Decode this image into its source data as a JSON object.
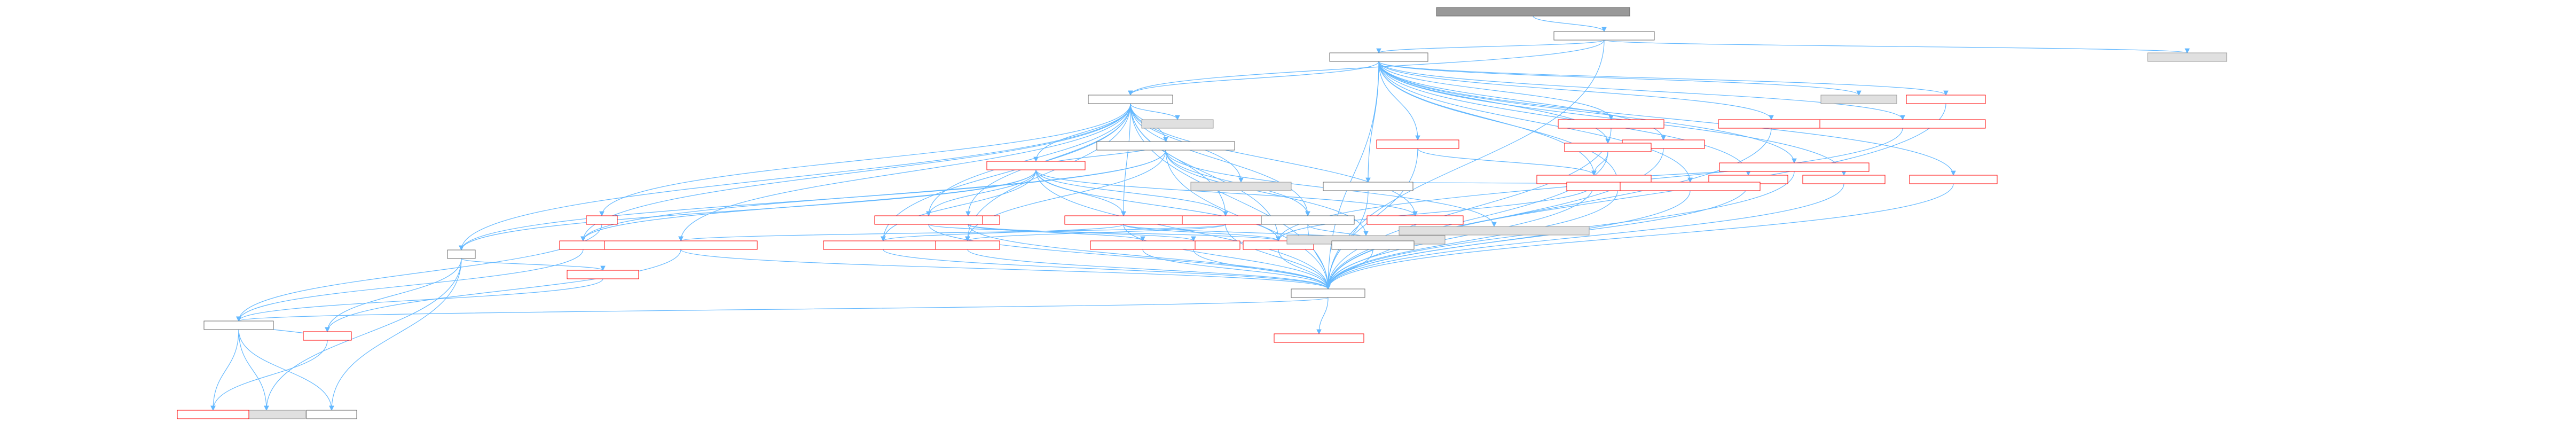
{
  "nodes": [
    {
      "id": "n0",
      "label": "",
      "style": "root"
    },
    {
      "id": "n1",
      "label": "",
      "style": "plain"
    },
    {
      "id": "n2",
      "label": "",
      "style": "gray"
    },
    {
      "id": "n3",
      "label": "",
      "style": "plain"
    },
    {
      "id": "n4",
      "label": "",
      "style": "plain"
    },
    {
      "id": "n5",
      "label": "",
      "style": "gray"
    },
    {
      "id": "n6",
      "label": "",
      "style": "red"
    },
    {
      "id": "n7",
      "label": "",
      "style": "red"
    },
    {
      "id": "n8",
      "label": "",
      "style": "gray"
    },
    {
      "id": "n9",
      "label": "",
      "style": "red"
    },
    {
      "id": "n10",
      "label": "",
      "style": "red"
    },
    {
      "id": "n11",
      "label": "",
      "style": "plain"
    },
    {
      "id": "n12",
      "label": "",
      "style": "red"
    },
    {
      "id": "n13",
      "label": "",
      "style": "red"
    },
    {
      "id": "n14",
      "label": "",
      "style": "red"
    },
    {
      "id": "n15",
      "label": "",
      "style": "red"
    },
    {
      "id": "n16",
      "label": "",
      "style": "gray"
    },
    {
      "id": "n17",
      "label": "",
      "style": "red"
    },
    {
      "id": "n18",
      "label": "",
      "style": "red"
    },
    {
      "id": "n19",
      "label": "",
      "style": "red"
    },
    {
      "id": "n20",
      "label": "",
      "style": "plain"
    },
    {
      "id": "n21",
      "label": "",
      "style": "red"
    },
    {
      "id": "n22",
      "label": "",
      "style": "red"
    },
    {
      "id": "n23",
      "label": "",
      "style": "red"
    },
    {
      "id": "n24",
      "label": "",
      "style": "red"
    },
    {
      "id": "n25",
      "label": "",
      "style": "red"
    },
    {
      "id": "n26",
      "label": "",
      "style": "red"
    },
    {
      "id": "n27",
      "label": "",
      "style": "red"
    },
    {
      "id": "n28",
      "label": "",
      "style": "red"
    },
    {
      "id": "n29",
      "label": "",
      "style": "red"
    },
    {
      "id": "n30",
      "label": "",
      "style": "red"
    },
    {
      "id": "n31",
      "label": "",
      "style": "plain"
    },
    {
      "id": "n32",
      "label": "",
      "style": "gray"
    },
    {
      "id": "n33",
      "label": "",
      "style": "red"
    },
    {
      "id": "n34",
      "label": "",
      "style": "red"
    },
    {
      "id": "n35",
      "label": "",
      "style": "red"
    },
    {
      "id": "n36",
      "label": "",
      "style": "red"
    },
    {
      "id": "n37",
      "label": "",
      "style": "red"
    },
    {
      "id": "n38",
      "label": "",
      "style": "plain"
    },
    {
      "id": "n39",
      "label": "",
      "style": "gray"
    },
    {
      "id": "n40",
      "label": "",
      "style": "red"
    },
    {
      "id": "n41",
      "label": "",
      "style": "red"
    },
    {
      "id": "n42",
      "label": "",
      "style": "plain"
    },
    {
      "id": "n43",
      "label": "",
      "style": "plain"
    },
    {
      "id": "n44",
      "label": "",
      "style": "gray"
    },
    {
      "id": "n45",
      "label": "",
      "style": "plain"
    },
    {
      "id": "n46",
      "label": "",
      "style": "plain"
    },
    {
      "id": "n47",
      "label": "",
      "style": "red"
    },
    {
      "id": "n48",
      "label": "",
      "style": "red"
    },
    {
      "id": "n49",
      "label": "",
      "style": "red"
    },
    {
      "id": "n50",
      "label": "",
      "style": "red"
    }
  ],
  "edges": [
    [
      "n0",
      "n1"
    ],
    [
      "n1",
      "n3"
    ],
    [
      "n1",
      "n2"
    ],
    [
      "n1",
      "n4"
    ],
    [
      "n1",
      "n45"
    ],
    [
      "n3",
      "n4"
    ],
    [
      "n3",
      "n5"
    ],
    [
      "n3",
      "n6"
    ],
    [
      "n3",
      "n7"
    ],
    [
      "n3",
      "n9"
    ],
    [
      "n3",
      "n10"
    ],
    [
      "n3",
      "n12"
    ],
    [
      "n3",
      "n13"
    ],
    [
      "n3",
      "n14"
    ],
    [
      "n3",
      "n17"
    ],
    [
      "n3",
      "n18"
    ],
    [
      "n3",
      "n19"
    ],
    [
      "n3",
      "n20"
    ],
    [
      "n3",
      "n21"
    ],
    [
      "n3",
      "n22"
    ],
    [
      "n3",
      "n23"
    ],
    [
      "n3",
      "n24"
    ],
    [
      "n3",
      "n45"
    ],
    [
      "n4",
      "n8"
    ],
    [
      "n4",
      "n11"
    ],
    [
      "n4",
      "n15"
    ],
    [
      "n4",
      "n16"
    ],
    [
      "n4",
      "n25"
    ],
    [
      "n4",
      "n26"
    ],
    [
      "n4",
      "n27"
    ],
    [
      "n4",
      "n28"
    ],
    [
      "n4",
      "n29"
    ],
    [
      "n4",
      "n30"
    ],
    [
      "n4",
      "n31"
    ],
    [
      "n4",
      "n33"
    ],
    [
      "n4",
      "n34"
    ],
    [
      "n4",
      "n35"
    ],
    [
      "n4",
      "n36"
    ],
    [
      "n4",
      "n37"
    ],
    [
      "n4",
      "n38"
    ],
    [
      "n4",
      "n45"
    ],
    [
      "n15",
      "n11"
    ],
    [
      "n15",
      "n25"
    ],
    [
      "n15",
      "n26"
    ],
    [
      "n15",
      "n27"
    ],
    [
      "n15",
      "n29"
    ],
    [
      "n15",
      "n33"
    ],
    [
      "n15",
      "n34"
    ],
    [
      "n15",
      "n36"
    ],
    [
      "n15",
      "n38"
    ],
    [
      "n15",
      "n45"
    ],
    [
      "n11",
      "n31"
    ],
    [
      "n11",
      "n32"
    ],
    [
      "n11",
      "n33"
    ],
    [
      "n11",
      "n37"
    ],
    [
      "n11",
      "n38"
    ],
    [
      "n11",
      "n39"
    ],
    [
      "n11",
      "n45"
    ],
    [
      "n17",
      "n45"
    ],
    [
      "n17",
      "n20"
    ],
    [
      "n17",
      "n21"
    ],
    [
      "n17",
      "n22"
    ],
    [
      "n17",
      "n24"
    ],
    [
      "n17",
      "n36"
    ],
    [
      "n13",
      "n45"
    ],
    [
      "n13",
      "n17"
    ],
    [
      "n14",
      "n45"
    ],
    [
      "n14",
      "n17"
    ],
    [
      "n25",
      "n45"
    ],
    [
      "n26",
      "n45"
    ],
    [
      "n26",
      "n35"
    ],
    [
      "n26",
      "n37"
    ],
    [
      "n27",
      "n45"
    ],
    [
      "n27",
      "n34"
    ],
    [
      "n27",
      "n36"
    ],
    [
      "n27",
      "n42"
    ],
    [
      "n28",
      "n45"
    ],
    [
      "n28",
      "n40"
    ],
    [
      "n28",
      "n41"
    ],
    [
      "n29",
      "n45"
    ],
    [
      "n29",
      "n36"
    ],
    [
      "n30",
      "n46"
    ],
    [
      "n31",
      "n45"
    ],
    [
      "n31",
      "n42"
    ],
    [
      "n33",
      "n46"
    ],
    [
      "n34",
      "n45"
    ],
    [
      "n35",
      "n45"
    ],
    [
      "n35",
      "n47"
    ],
    [
      "n36",
      "n45"
    ],
    [
      "n37",
      "n45"
    ],
    [
      "n38",
      "n43"
    ],
    [
      "n38",
      "n44"
    ],
    [
      "n38",
      "n47"
    ],
    [
      "n38",
      "n48"
    ],
    [
      "n40",
      "n45"
    ],
    [
      "n41",
      "n45"
    ],
    [
      "n42",
      "n45"
    ],
    [
      "n47",
      "n46"
    ],
    [
      "n47",
      "n50"
    ],
    [
      "n48",
      "n46"
    ],
    [
      "n6",
      "n45"
    ],
    [
      "n7",
      "n45"
    ],
    [
      "n9",
      "n45"
    ],
    [
      "n10",
      "n36"
    ],
    [
      "n12",
      "n45"
    ],
    [
      "n18",
      "n45"
    ],
    [
      "n19",
      "n45"
    ],
    [
      "n20",
      "n45"
    ],
    [
      "n21",
      "n45"
    ],
    [
      "n22",
      "n45"
    ],
    [
      "n23",
      "n45"
    ],
    [
      "n24",
      "n45"
    ],
    [
      "n45",
      "n46"
    ],
    [
      "n45",
      "n49"
    ],
    [
      "n46",
      "n43"
    ],
    [
      "n46",
      "n44"
    ],
    [
      "n46",
      "n50"
    ]
  ]
}
